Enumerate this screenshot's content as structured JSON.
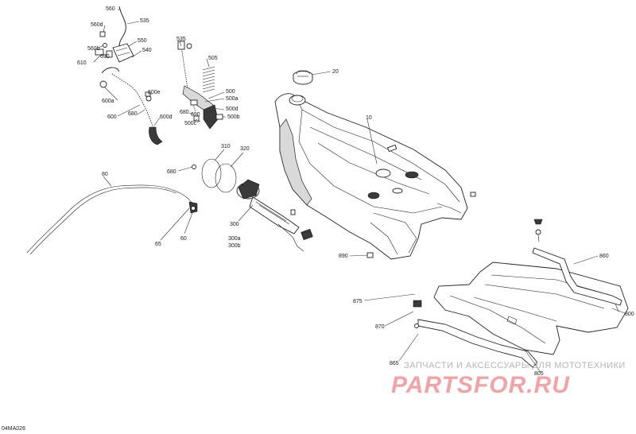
{
  "diagram_code": "04MA026",
  "watermark": {
    "caption": "ЗАПЧАСТИ И АКСЕССУАРЫ ДЛЯ МОТОТЕХНИКИ",
    "logo": "PARTSFOR.RU"
  },
  "callouts": {
    "c560": "560",
    "c560d": "560d",
    "c535a": "535",
    "c560b": "560b",
    "c550": "550",
    "c690a": "690",
    "c540": "540",
    "c610": "610",
    "c600e": "600e",
    "c600a": "600a",
    "c680a": "680",
    "c600": "600",
    "c600d": "600d",
    "c535b": "535",
    "c505": "505",
    "c500": "500",
    "c500a": "500a",
    "c500d": "500d",
    "c680b": "680",
    "c690b": "690",
    "c500c": "500c",
    "c500b": "500b",
    "c20": "20",
    "c10": "10",
    "c310": "310",
    "c320": "320",
    "c680c": "680",
    "c80": "80",
    "c65": "65",
    "c60": "60",
    "c300": "300",
    "c300a": "300a",
    "c300b": "300b",
    "c890": "890",
    "c860": "860",
    "c875": "875",
    "c800": "800",
    "c870": "870",
    "c865": "865",
    "c805": "805"
  }
}
